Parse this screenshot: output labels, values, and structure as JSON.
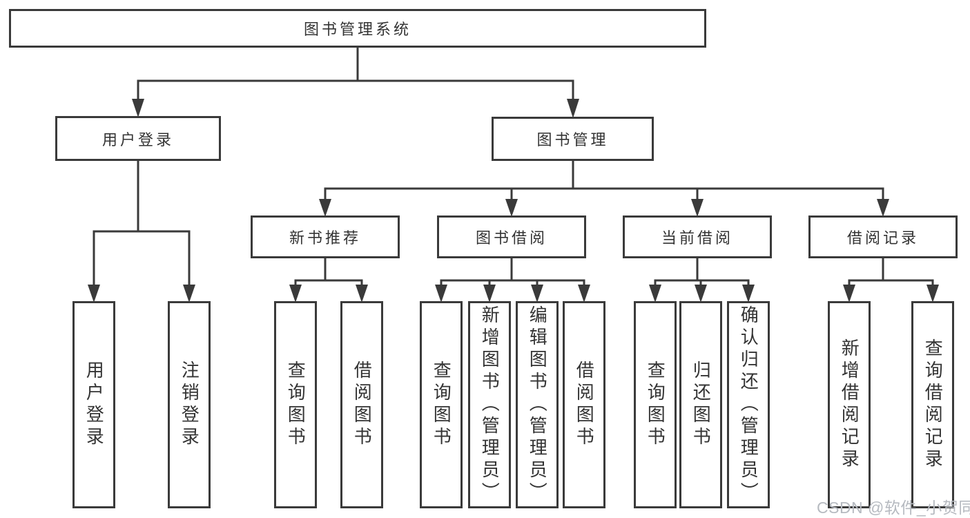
{
  "tree": {
    "label": "图书管理系统",
    "children": [
      {
        "label": "用户登录",
        "children": [
          {
            "label": "用户登录"
          },
          {
            "label": "注销登录"
          }
        ]
      },
      {
        "label": "图书管理",
        "children": [
          {
            "label": "新书推荐",
            "children": [
              {
                "label": "查询图书"
              },
              {
                "label": "借阅图书"
              }
            ]
          },
          {
            "label": "图书借阅",
            "children": [
              {
                "label": "查询图书"
              },
              {
                "label": "新增图书（管理员）"
              },
              {
                "label": "编辑图书（管理员）"
              },
              {
                "label": "借阅图书"
              }
            ]
          },
          {
            "label": "当前借阅",
            "children": [
              {
                "label": "查询图书"
              },
              {
                "label": "归还图书"
              },
              {
                "label": "确认归还（管理员）"
              }
            ]
          },
          {
            "label": "借阅记录",
            "children": [
              {
                "label": "新增借阅记录"
              },
              {
                "label": "查询借阅记录"
              }
            ]
          }
        ]
      }
    ]
  },
  "watermark": {
    "text": "CSDN @软件_小贺同学"
  },
  "colors": {
    "line": "#3a3a3a",
    "text": "#333333",
    "watermark": "#b6bac0",
    "background": "#ffffff"
  }
}
